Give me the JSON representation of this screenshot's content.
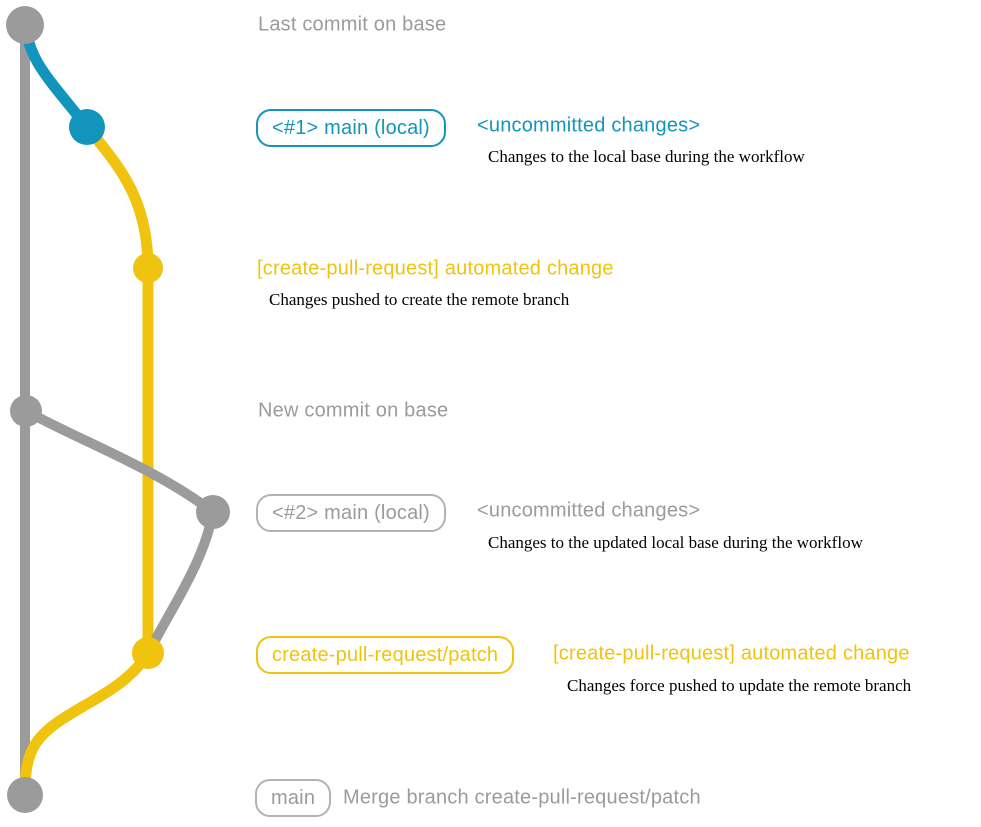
{
  "colors": {
    "base_gray": "#9B9B9B",
    "local_main_blue": "#1295BC",
    "patch_yellow": "#F0C30F",
    "description_black": "#000000",
    "gray_badge_border": "#B3B3B3"
  },
  "graph": {
    "commits": [
      {
        "id": "last-commit-on-base",
        "color": "#9B9B9B"
      },
      {
        "id": "uncommitted-changes-1",
        "color": "#1295BC"
      },
      {
        "id": "automated-change-1",
        "color": "#F0C30F"
      },
      {
        "id": "new-commit-on-base",
        "color": "#9B9B9B"
      },
      {
        "id": "uncommitted-changes-2",
        "color": "#9B9B9B"
      },
      {
        "id": "automated-change-2",
        "color": "#F0C30F"
      },
      {
        "id": "merge-commit",
        "color": "#9B9B9B"
      }
    ]
  },
  "labels": {
    "last_commit": "Last commit on base",
    "pr1_badge": "<#1> main (local)",
    "pr1_status": "<uncommitted changes>",
    "pr1_desc": "Changes to the local base during the workflow",
    "auto1_title": "[create-pull-request] automated change",
    "auto1_desc": "Changes pushed to create the remote branch",
    "new_commit": "New commit on base",
    "pr2_badge": "<#2> main (local)",
    "pr2_status": "<uncommitted changes>",
    "pr2_desc": "Changes to the updated local base during the workflow",
    "patch_badge": "create-pull-request/patch",
    "auto2_title": "[create-pull-request] automated change",
    "auto2_desc": "Changes force pushed to update the remote branch",
    "main_badge": "main",
    "merge_title": "Merge branch create-pull-request/patch"
  }
}
